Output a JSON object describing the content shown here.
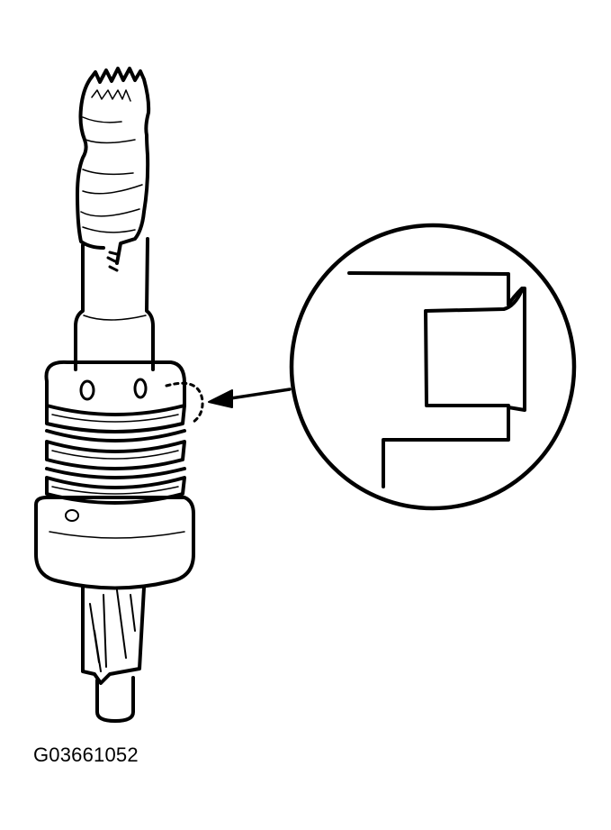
{
  "figure": {
    "caption": "G03661052",
    "subject": "shaft-with-seal-rings",
    "detail_view": "seal-ring-cross-section",
    "colors": {
      "line": "#000000",
      "background": "#ffffff"
    }
  }
}
